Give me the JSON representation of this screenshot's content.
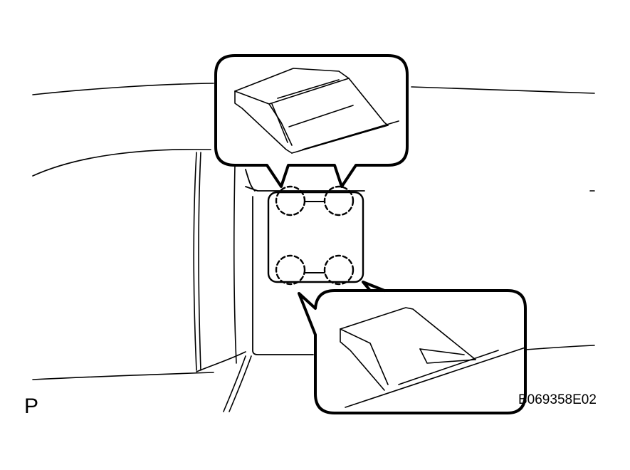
{
  "view_label": "P",
  "figure_code": "B069358E02",
  "colors": {
    "line": "#000000",
    "background": "#ffffff"
  },
  "clip_count": 4
}
